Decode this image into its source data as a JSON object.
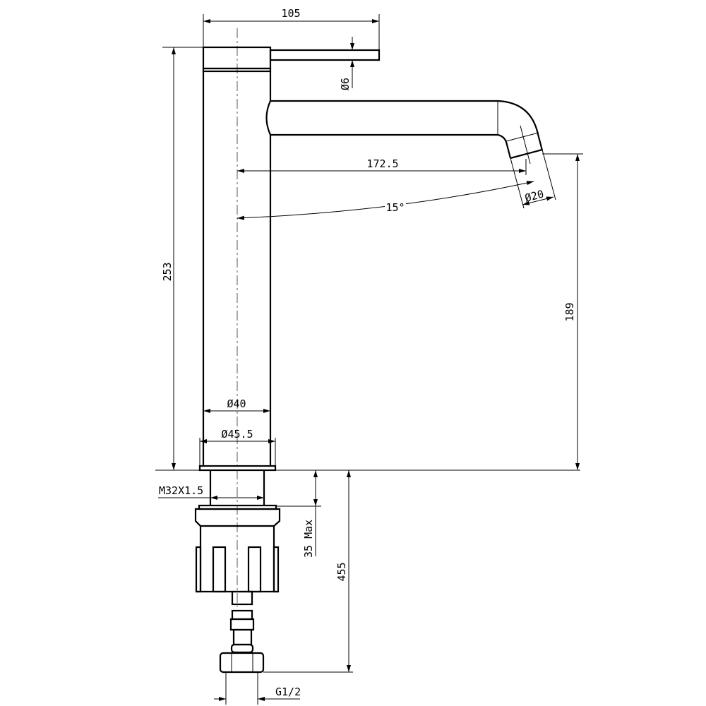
{
  "drawing": {
    "dimensions": {
      "overall_reach": "105",
      "lever_diameter": "Ø6",
      "spout_reach": "172.5",
      "spout_angle": "15°",
      "outlet_diameter": "Ø20",
      "overall_height": "253",
      "spout_height": "189",
      "body_diameter": "Ø40",
      "base_diameter": "Ø45.5",
      "thread": "M32X1.5",
      "max_deck_thickness": "35 Max",
      "hose_length": "455",
      "hose_connection": "G1/2"
    },
    "line_color": "#000000",
    "background_color": "#ffffff"
  }
}
